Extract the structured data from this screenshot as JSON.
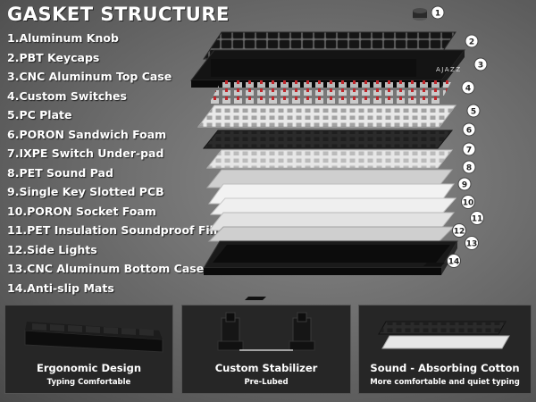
{
  "title": "GASKET STRUCTURE",
  "brand_logo": "AJAZZ",
  "parts": [
    "1.Aluminum Knob",
    "2.PBT Keycaps",
    "3.CNC Aluminum Top Case",
    "4.Custom Switches",
    "5.PC Plate",
    "6.PORON Sandwich Foam",
    "7.IXPE Switch Under-pad",
    "8.PET Sound Pad",
    "9.Single Key Slotted PCB",
    "10.PORON Socket Foam",
    "11.PET Insulation Soundproof Film",
    "12.Side Lights",
    "13.CNC Aluminum Bottom Case",
    "14.Anti-slip Mats"
  ],
  "badges": [
    "1",
    "2",
    "3",
    "4",
    "5",
    "6",
    "7",
    "8",
    "9",
    "10",
    "11",
    "12",
    "13",
    "14"
  ],
  "features": [
    {
      "title": "Ergonomic Design",
      "subtitle": "Typing Comfortable"
    },
    {
      "title": "Custom Stabilizer",
      "subtitle": "Pre-Lubed"
    },
    {
      "title": "Sound - Absorbing Cotton",
      "subtitle": "More comfortable and quiet typing"
    }
  ],
  "colors": {
    "text": "#ffffff",
    "switch_stem": "#c0262b",
    "case": "#111111"
  }
}
